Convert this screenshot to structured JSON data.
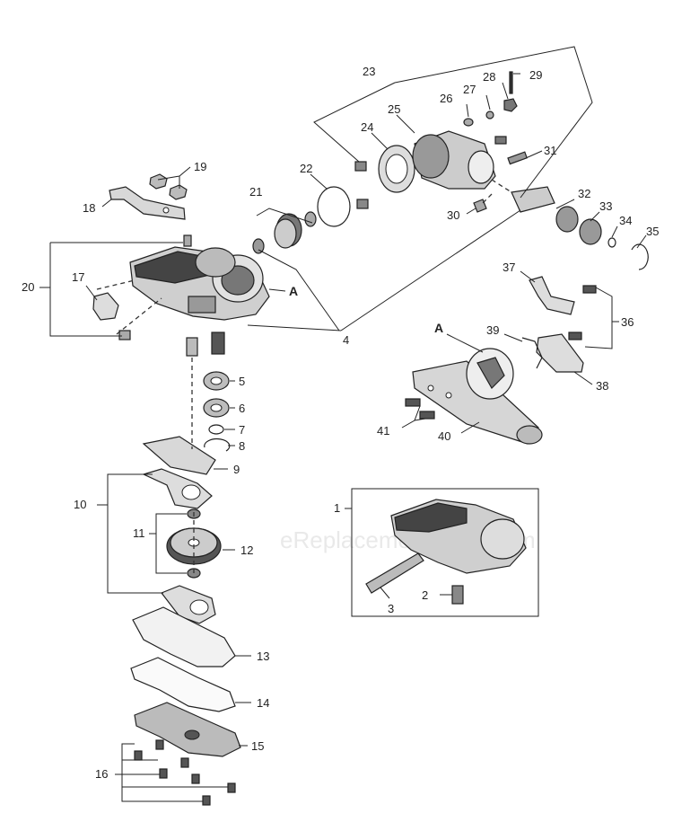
{
  "watermark": "eReplacementParts.com",
  "callouts": {
    "c1": "1",
    "c2": "2",
    "c3": "3",
    "c4": "4",
    "c5": "5",
    "c6": "6",
    "c7": "7",
    "c8": "8",
    "c9": "9",
    "c10": "10",
    "c11": "11",
    "c12": "12",
    "c13": "13",
    "c14": "14",
    "c15": "15",
    "c16": "16",
    "c17": "17",
    "c18": "18",
    "c19": "19",
    "c20": "20",
    "c21": "21",
    "c22": "22",
    "c23": "23",
    "c24": "24",
    "c25": "25",
    "c26": "26",
    "c27": "27",
    "c28": "28",
    "c29": "29",
    "c30": "30",
    "c31": "31",
    "c32": "32",
    "c33": "33",
    "c34": "34",
    "c35": "35",
    "c36": "36",
    "c37": "37",
    "c38": "38",
    "c39": "39",
    "c40": "40",
    "c41": "41",
    "refA1": "A",
    "refA2": "A"
  }
}
